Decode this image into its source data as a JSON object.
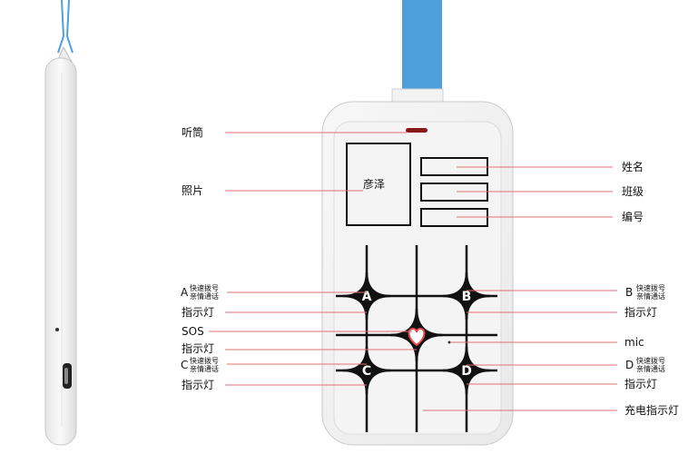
{
  "photo_name": "彦泽",
  "left_labels": {
    "earpiece": "听筒",
    "photo": "照片",
    "indicator_a": "指示灯",
    "sos": "SOS",
    "indicator_sos": "指示灯",
    "indicator_c": "指示灯"
  },
  "right_labels": {
    "name": "姓名",
    "class": "班级",
    "number": "编号",
    "indicator_b": "指示灯",
    "mic": "mic",
    "indicator_d": "指示灯",
    "charge_indicator": "充电指示灯"
  },
  "speed_dial": {
    "a_letter": "A",
    "a_line1": "快速拨号",
    "a_line2": "亲情通话",
    "b_letter": "B",
    "b_line1": "快速拨号",
    "b_line2": "亲情通话",
    "c_letter": "C",
    "c_line1": "快速拨号",
    "c_line2": "亲情通话",
    "d_letter": "D",
    "d_line1": "快速拨号",
    "d_line2": "亲情通话"
  },
  "button_letters": [
    "A",
    "B",
    "C",
    "D"
  ],
  "colors": {
    "lanyard": "#4da0dc",
    "pointer_line": "#e07070",
    "sos_heart": "#e84a4a",
    "earpiece_slot": "#8a1a1a",
    "device_body": "#f2f2f2",
    "keypad_lines": "#111111"
  }
}
